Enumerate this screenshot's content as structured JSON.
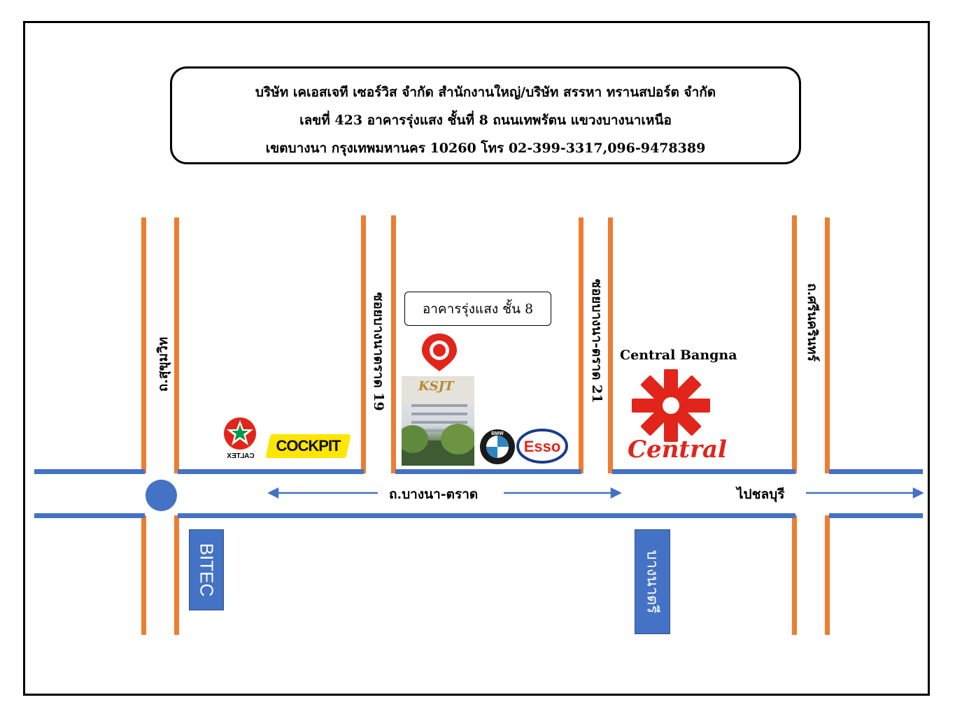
{
  "header": {
    "line1": "บริษัท เคเอสเจที เซอร์วิส จำกัด สำนักงานใหญ่/บริษัท สรรหา ทรานสปอร์ต จำกัด",
    "line2": "เลขที่ 423 อาคารรุ่งแสง ชั้นที่ 8 ถนนเทพรัตน แขวงบางนาเหนือ",
    "line3": "เขตบางนา กรุงเทพมหานคร 10260 โทร 02-399-3317,096-9478389"
  },
  "streets": {
    "sukhumvit": "ถ.สุขุมวิท",
    "soi19": "ซอยบางนาตราด 19",
    "soi21": "ซอยบางนา-ตราด 21",
    "srinakarin": "ถ.ศรีนครินทร์",
    "bangna_trat": "ถ.บางนา-ตราด",
    "to_chonburi": "ไปชลบุรี"
  },
  "landmarks": {
    "building_label": "อาคารรุ่งแสง ชั้น 8",
    "bitec": "BITEC",
    "bang_na_station": "บางนาตรี",
    "central_title": "Central Bangna",
    "central_logo_word": "Central",
    "caltex": "CALTEX",
    "cockpit": "COCKPIT",
    "esso": "Esso",
    "ksjt_logo": "KSJT"
  },
  "colors": {
    "side_roads": "#ED7D31",
    "main_road": "#4472C4",
    "pin": "#E1251B",
    "central_red": "#E1251B"
  }
}
